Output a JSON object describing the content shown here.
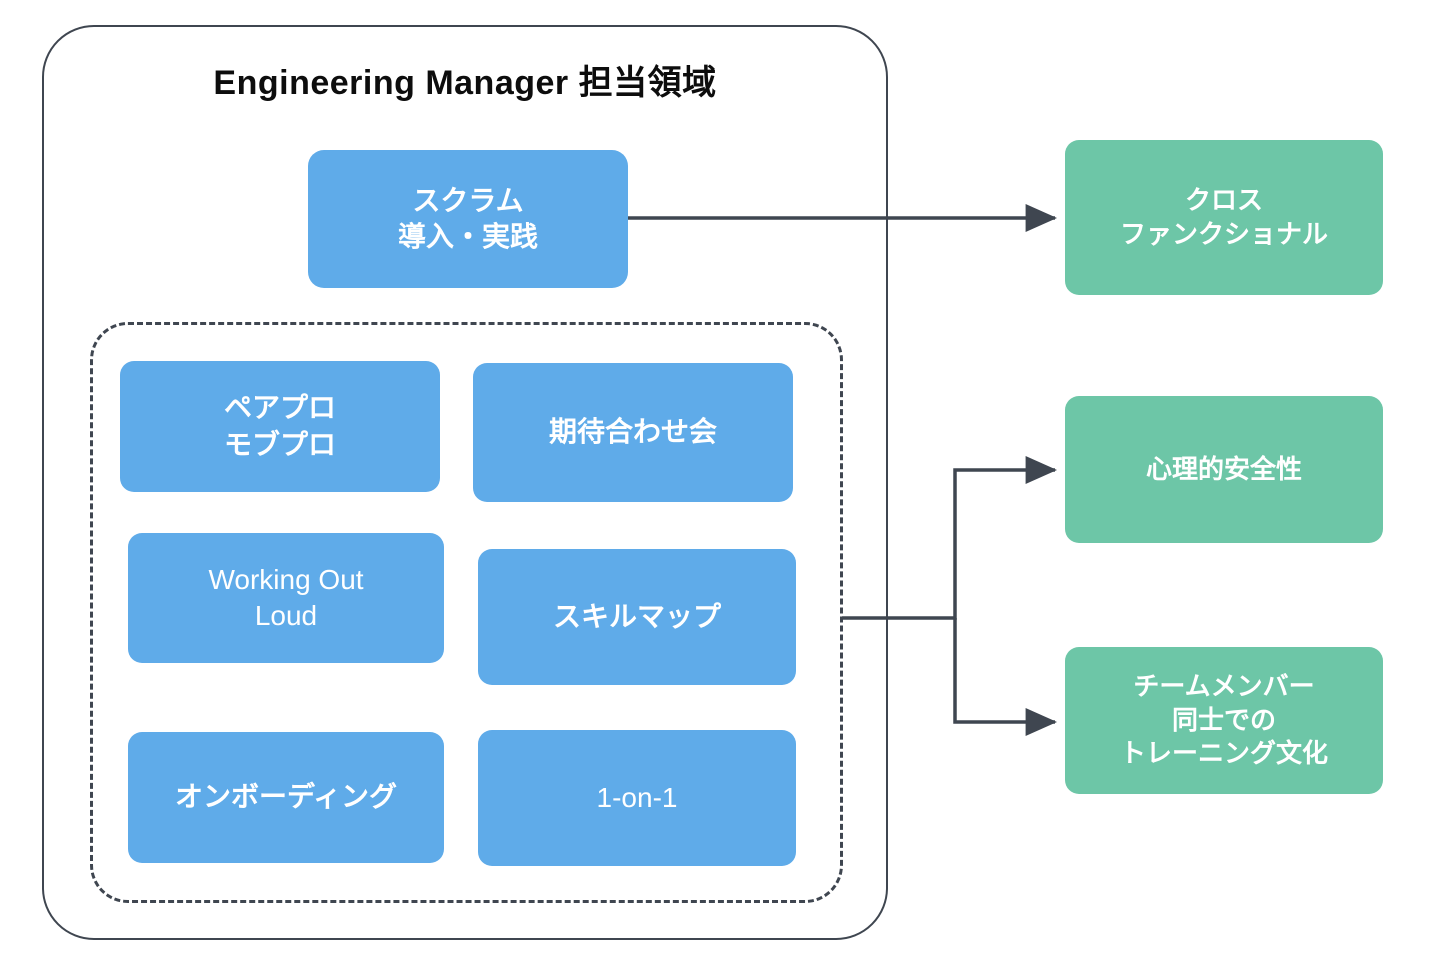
{
  "diagram": {
    "title": "Engineering Manager 担当領域",
    "colors": {
      "blue": "#5FABE9",
      "green": "#6DC6A7",
      "stroke": "#3f4650",
      "text_dark": "#0d0d0d",
      "text_light": "#ffffff",
      "background": "#ffffff"
    },
    "container": {
      "label": "Engineering Manager 担当領域",
      "style": "rounded-solid-border"
    },
    "dashed_group": {
      "label": "",
      "style": "rounded-dashed-border"
    },
    "nodes": {
      "scrum": "スクラム\n導入・実践",
      "pair_mob": "ペアプロ\nモブプロ",
      "expectation": "期待合わせ会",
      "working_out_loud": "Working Out\nLoud",
      "skill_map": "スキルマップ",
      "onboarding": "オンボーディング",
      "one_on_one": "1-on-1",
      "cross_functional": "クロス\nファンクショナル",
      "psychological_safety": "心理的安全性",
      "training_culture": "チームメンバー\n同士での\nトレーニング文化"
    },
    "edges": [
      {
        "from": "scrum",
        "to": "cross_functional",
        "arrow": "right"
      },
      {
        "from": "dashed_group",
        "to": "psychological_safety",
        "arrow": "right"
      },
      {
        "from": "dashed_group",
        "to": "training_culture",
        "arrow": "right"
      }
    ]
  }
}
